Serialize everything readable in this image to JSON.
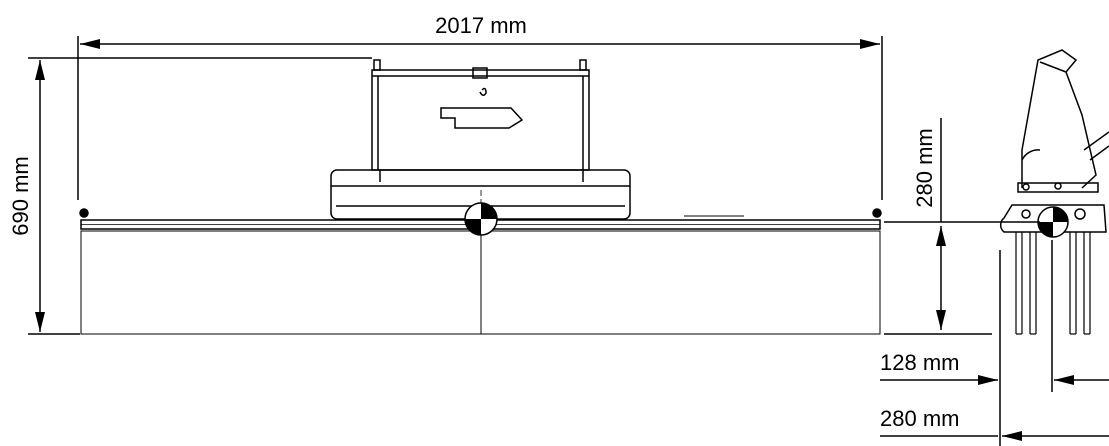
{
  "dimensions": {
    "width": "2017 mm",
    "height": "690 mm",
    "side_height": "280 mm",
    "side_width_small": "128 mm",
    "side_width_large": "280 mm"
  },
  "colors": {
    "line": "#000000",
    "background": "#ffffff"
  }
}
